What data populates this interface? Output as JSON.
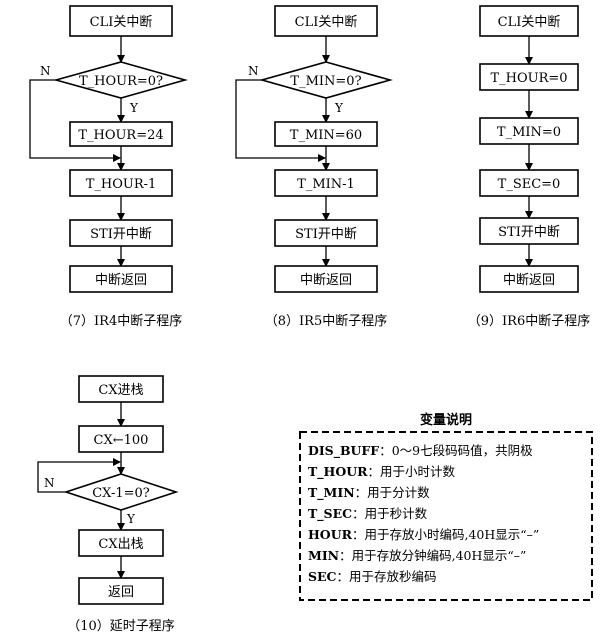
{
  "ir4": {
    "steps": [
      "CLI关中断",
      "T_HOUR=0?",
      "T_HOUR=24",
      "T_HOUR-1",
      "STI开中断",
      "中断返回"
    ],
    "yes": "Y",
    "no": "N",
    "caption": "（7）IR4中断子程序"
  },
  "ir5": {
    "steps": [
      "CLI关中断",
      "T_MIN=0?",
      "T_MIN=60",
      "T_MIN-1",
      "STI开中断",
      "中断返回"
    ],
    "yes": "Y",
    "no": "N",
    "caption": "（8）IR5中断子程序"
  },
  "ir6": {
    "steps": [
      "CLI关中断",
      "T_HOUR=0",
      "T_MIN=0",
      "T_SEC=0",
      "STI开中断",
      "中断返回"
    ],
    "caption": "（9）IR6中断子程序"
  },
  "delay": {
    "steps": [
      "CX进栈",
      "CX←100",
      "CX-1=0?",
      "CX出栈",
      "返回"
    ],
    "yes": "Y",
    "no": "N",
    "caption": "（10）延时子程序"
  },
  "variables": {
    "title": "变量说明",
    "items": [
      {
        "name": "DIS_BUFF",
        "desc": "：0～9七段码码值，共阴极"
      },
      {
        "name": "T_HOUR",
        "desc": "：用于小时计数"
      },
      {
        "name": "T_MIN",
        "desc": "：用于分计数"
      },
      {
        "name": "T_SEC",
        "desc": "：用于秒计数"
      },
      {
        "name": "HOUR",
        "desc": "：用于存放小时编码,40H显示“–”"
      },
      {
        "name": "MIN",
        "desc": "：用于存放分钟编码,40H显示“–”"
      },
      {
        "name": "SEC",
        "desc": "：用于存放秒编码"
      }
    ]
  }
}
